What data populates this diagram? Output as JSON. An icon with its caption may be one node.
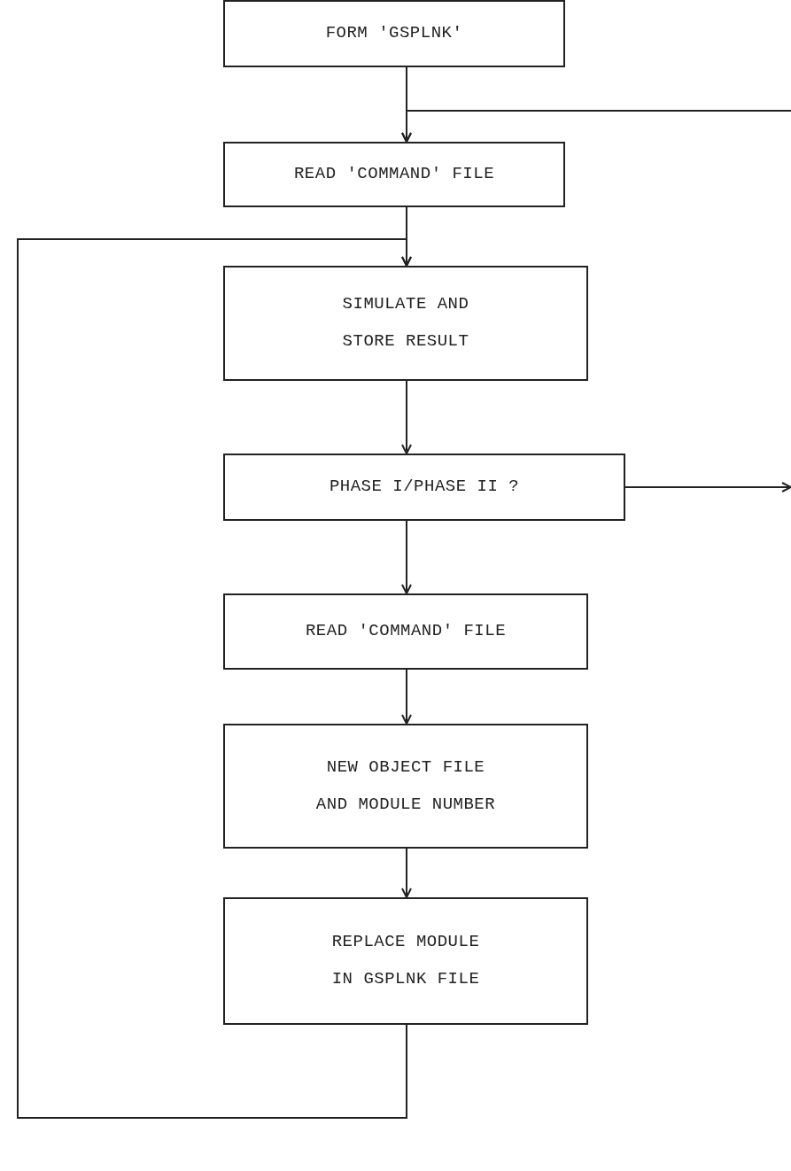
{
  "diagram": {
    "nodes": [
      {
        "text": [
          "FORM 'GSPLNK'"
        ]
      },
      {
        "text": [
          "READ 'COMMAND' FILE"
        ]
      },
      {
        "text": [
          "SIMULATE AND STORE RESULT"
        ]
      },
      {
        "text": [
          "PHASE I/PHASE II ?"
        ]
      },
      {
        "text": [
          "READ 'COMMAND' FILE"
        ]
      },
      {
        "text": [
          "NEW OBJECT FILE AND MODULE NUMBER"
        ]
      },
      {
        "text": [
          "REPLACE MODULE IN GSPLNK FILE"
        ]
      }
    ],
    "edges": [
      {
        "from": 0,
        "to": 1,
        "arrow": "to"
      },
      {
        "from": null,
        "to": 1,
        "arrow": "to"
      },
      {
        "from": 1,
        "to": 2,
        "arrow": "to"
      },
      {
        "from": 2,
        "to": 3,
        "arrow": "to"
      },
      {
        "from": 3,
        "to": null,
        "arrow": "to"
      },
      {
        "from": 3,
        "to": 4,
        "arrow": "to"
      },
      {
        "from": 4,
        "to": 5,
        "arrow": "to"
      },
      {
        "from": 5,
        "to": 6,
        "arrow": "to"
      },
      {
        "from": 6,
        "to": 2,
        "arrow": "to"
      }
    ]
  }
}
